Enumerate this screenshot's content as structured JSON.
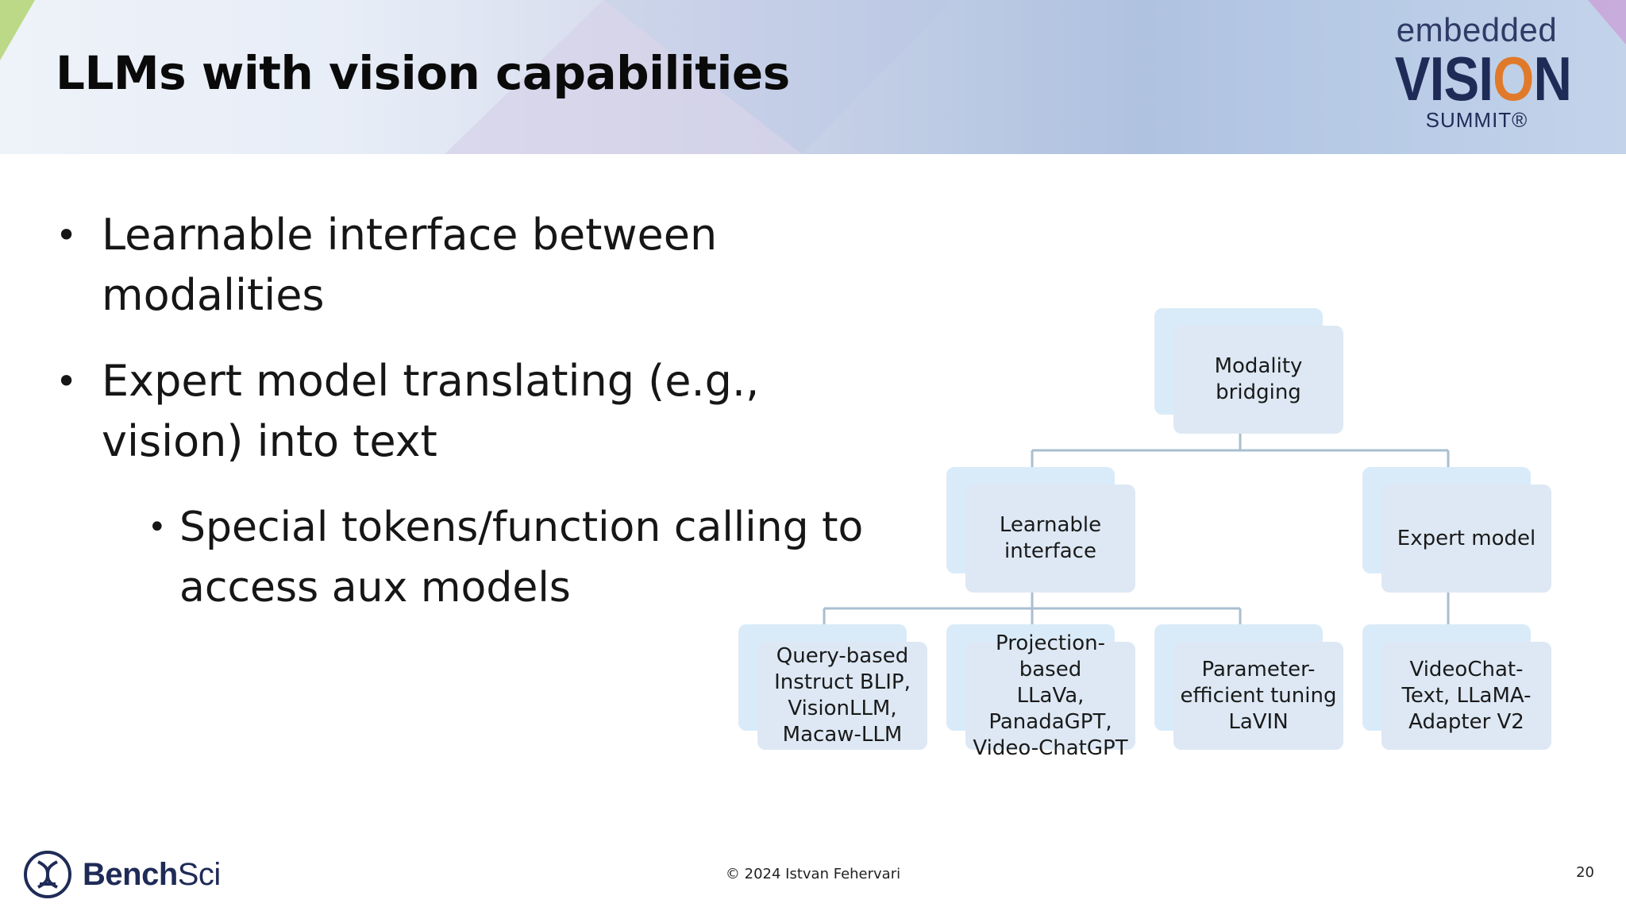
{
  "slide": {
    "title": "LLMs with vision capabilities",
    "bullets": [
      "Learnable interface between modalities",
      "Expert model translating (e.g., vision) into text"
    ],
    "sub_bullets": [
      "Special tokens/function calling to access aux models"
    ]
  },
  "logo": {
    "top": "embedded",
    "main_left": "VISI",
    "main_highlight": "O",
    "main_right": "N",
    "bottom": "SUMMIT®"
  },
  "diagram": {
    "root": "Modality\nbridging",
    "level2": [
      "Learnable\ninterface",
      "Expert model"
    ],
    "leaves": [
      "Query-based\nInstruct BLIP,\nVisionLLM,\nMacaw-LLM",
      "Projection-\nbased\nLLaVa,\nPanadaGPT,\nVideo-ChatGPT",
      "Parameter-\nefficient tuning\nLaVIN",
      "VideoChat-\nText, LLaMA-\nAdapter V2"
    ]
  },
  "footer": {
    "brand_bold": "Bench",
    "brand_light": "Sci",
    "copyright": "© 2024 Istvan Fehervari",
    "page_number": "20"
  },
  "colors": {
    "node_back": "#d9ebf8",
    "node_front": "#dde8f4",
    "connector": "#a9bfd0",
    "logo_navy": "#1f2b57",
    "logo_orange": "#e07a2a",
    "corner_green": "#b5d67a"
  }
}
